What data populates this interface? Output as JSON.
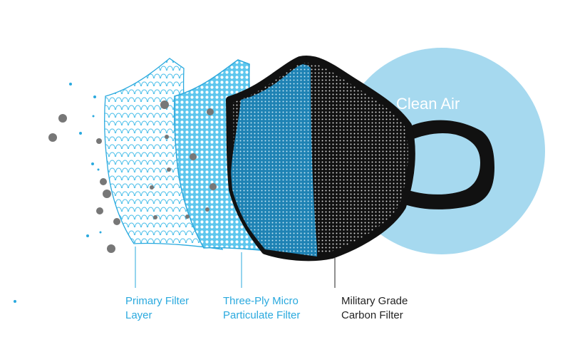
{
  "badge": {
    "text": "Clean Air",
    "color": "#a6d9ef"
  },
  "layers": [
    {
      "line1": "Primary Filter",
      "line2": "Layer",
      "color": "#2aa9de"
    },
    {
      "line1": "Three-Ply Micro",
      "line2": "Particulate Filter",
      "color": "#2aa9de"
    },
    {
      "line1": "Military Grade",
      "line2": "Carbon Filter",
      "color": "#222222"
    }
  ],
  "colors": {
    "mesh_light": "#4ec0ea",
    "mesh_mid": "#2fa8dc",
    "carbon": "#111111",
    "particle": "#777777",
    "droplet": "#2aa9de"
  }
}
